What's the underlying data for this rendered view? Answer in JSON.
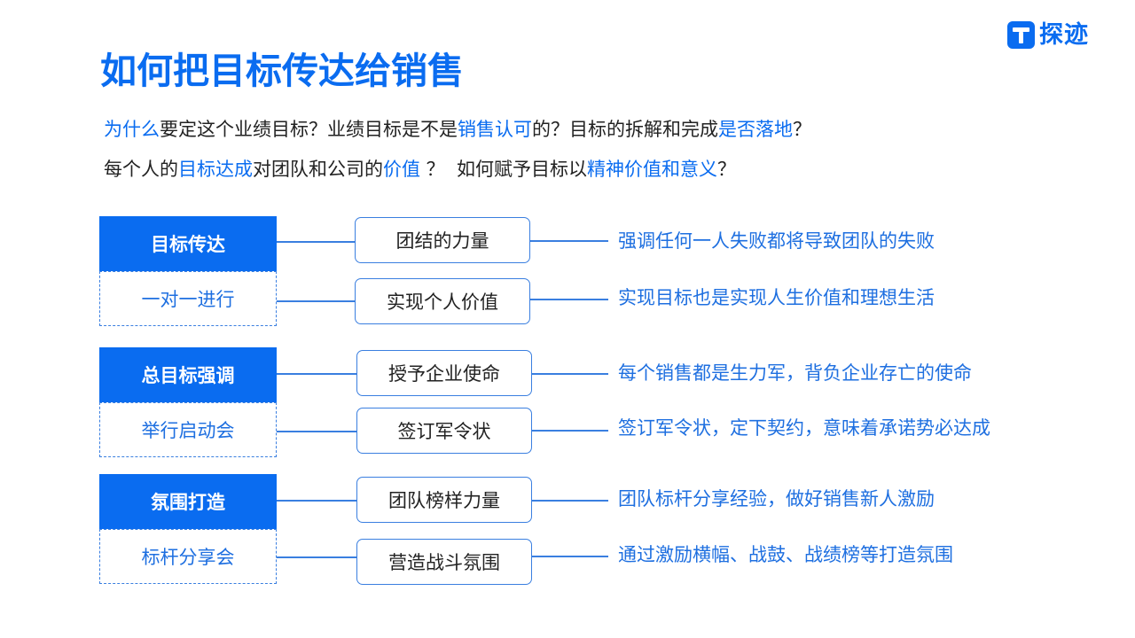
{
  "brand": {
    "logo_text": "探迹",
    "accent_color": "#0a6cf0"
  },
  "title": "如何把目标传达给销售",
  "intro": {
    "line1": [
      {
        "text": "为什么",
        "hl": true
      },
      {
        "text": "要定这个业绩目标？业绩目标是不是",
        "hl": false
      },
      {
        "text": "销售认可",
        "hl": true
      },
      {
        "text": "的？目标的拆解和完成",
        "hl": false
      },
      {
        "text": "是否落地",
        "hl": true
      },
      {
        "text": "？",
        "hl": false
      }
    ],
    "line2": [
      {
        "text": "每个人的",
        "hl": false
      },
      {
        "text": "目标达成",
        "hl": true
      },
      {
        "text": "对团队和公司的",
        "hl": false
      },
      {
        "text": "价值",
        "hl": true
      },
      {
        "text": " ？  如何赋予目标以",
        "hl": false
      },
      {
        "text": "精神价值和意义",
        "hl": true
      },
      {
        "text": "？",
        "hl": false
      }
    ]
  },
  "groups": [
    {
      "primary": "目标传达",
      "secondary": "一对一进行",
      "items": [
        {
          "label": "团结的力量",
          "desc": "强调任何一人失败都将导致团队的失败"
        },
        {
          "label": "实现个人价值",
          "desc": "实现目标也是实现人生价值和理想生活"
        }
      ]
    },
    {
      "primary": "总目标强调",
      "secondary": "举行启动会",
      "items": [
        {
          "label": "授予企业使命",
          "desc": "每个销售都是生力军，背负企业存亡的使命"
        },
        {
          "label": "签订军令状",
          "desc": "签订军令状，定下契约，意味着承诺势必达成"
        }
      ]
    },
    {
      "primary": "氛围打造",
      "secondary": "标杆分享会",
      "items": [
        {
          "label": "团队榜样力量",
          "desc": "团队标杆分享经验，做好销售新人激励"
        },
        {
          "label": "营造战斗氛围",
          "desc": "通过激励横幅、战鼓、战绩榜等打造氛围"
        }
      ]
    }
  ]
}
